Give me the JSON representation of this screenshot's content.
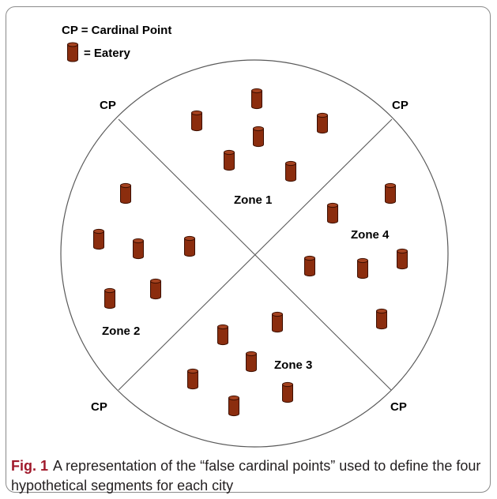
{
  "legend": {
    "cardinal_point": "CP = Cardinal Point",
    "eatery": "= Eatery"
  },
  "cardinal_points": {
    "top_left": "CP",
    "top_right": "CP",
    "bottom_left": "CP",
    "bottom_right": "CP"
  },
  "zones": {
    "zone1": "Zone 1",
    "zone2": "Zone 2",
    "zone3": "Zone 3",
    "zone4": "Zone 4"
  },
  "caption": {
    "label": "Fig. 1",
    "text": "A representation of the “false cardinal points” used to define the four hypothetical segments for each city"
  },
  "colors": {
    "eatery_fill": "#8b2d0e",
    "eatery_top": "#a5421f",
    "eatery_stroke": "#3d0f00",
    "circle_stroke": "#595959",
    "caption_label": "#a0192b"
  },
  "icons": {
    "eatery": "cylinder-icon"
  }
}
